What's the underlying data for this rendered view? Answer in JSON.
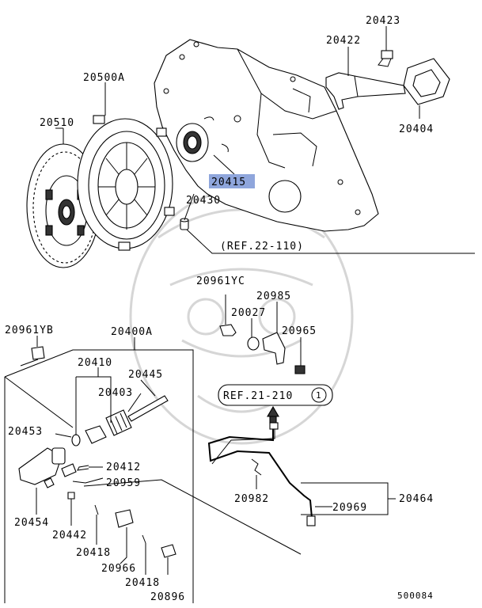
{
  "labels": {
    "p20423": "20423",
    "p20422": "20422",
    "p20404": "20404",
    "p20500A": "20500A",
    "p20510": "20510",
    "p20415": "20415",
    "p20430": "20430",
    "ref22": "(REF.22-110)",
    "p20961YC": "20961YC",
    "p20985": "20985",
    "p20027": "20027",
    "p20965": "20965",
    "p20961YB": "20961YB",
    "p20400A": "20400A",
    "p20410": "20410",
    "p20445": "20445",
    "p20403": "20403",
    "p20453": "20453",
    "p20412": "20412",
    "p20959": "20959",
    "p20454": "20454",
    "p20442": "20442",
    "p20418a": "20418",
    "p20966": "20966",
    "p20418b": "20418",
    "p20896": "20896",
    "ref21": "REF.21-210",
    "ref21_circle": "1",
    "p20982": "20982",
    "p20969": "20969",
    "p20464": "20464",
    "diagram_no": "500084"
  },
  "colors": {
    "highlight": "#8fa6dc",
    "line": "#000000",
    "watermark": "#d6d6d6"
  }
}
